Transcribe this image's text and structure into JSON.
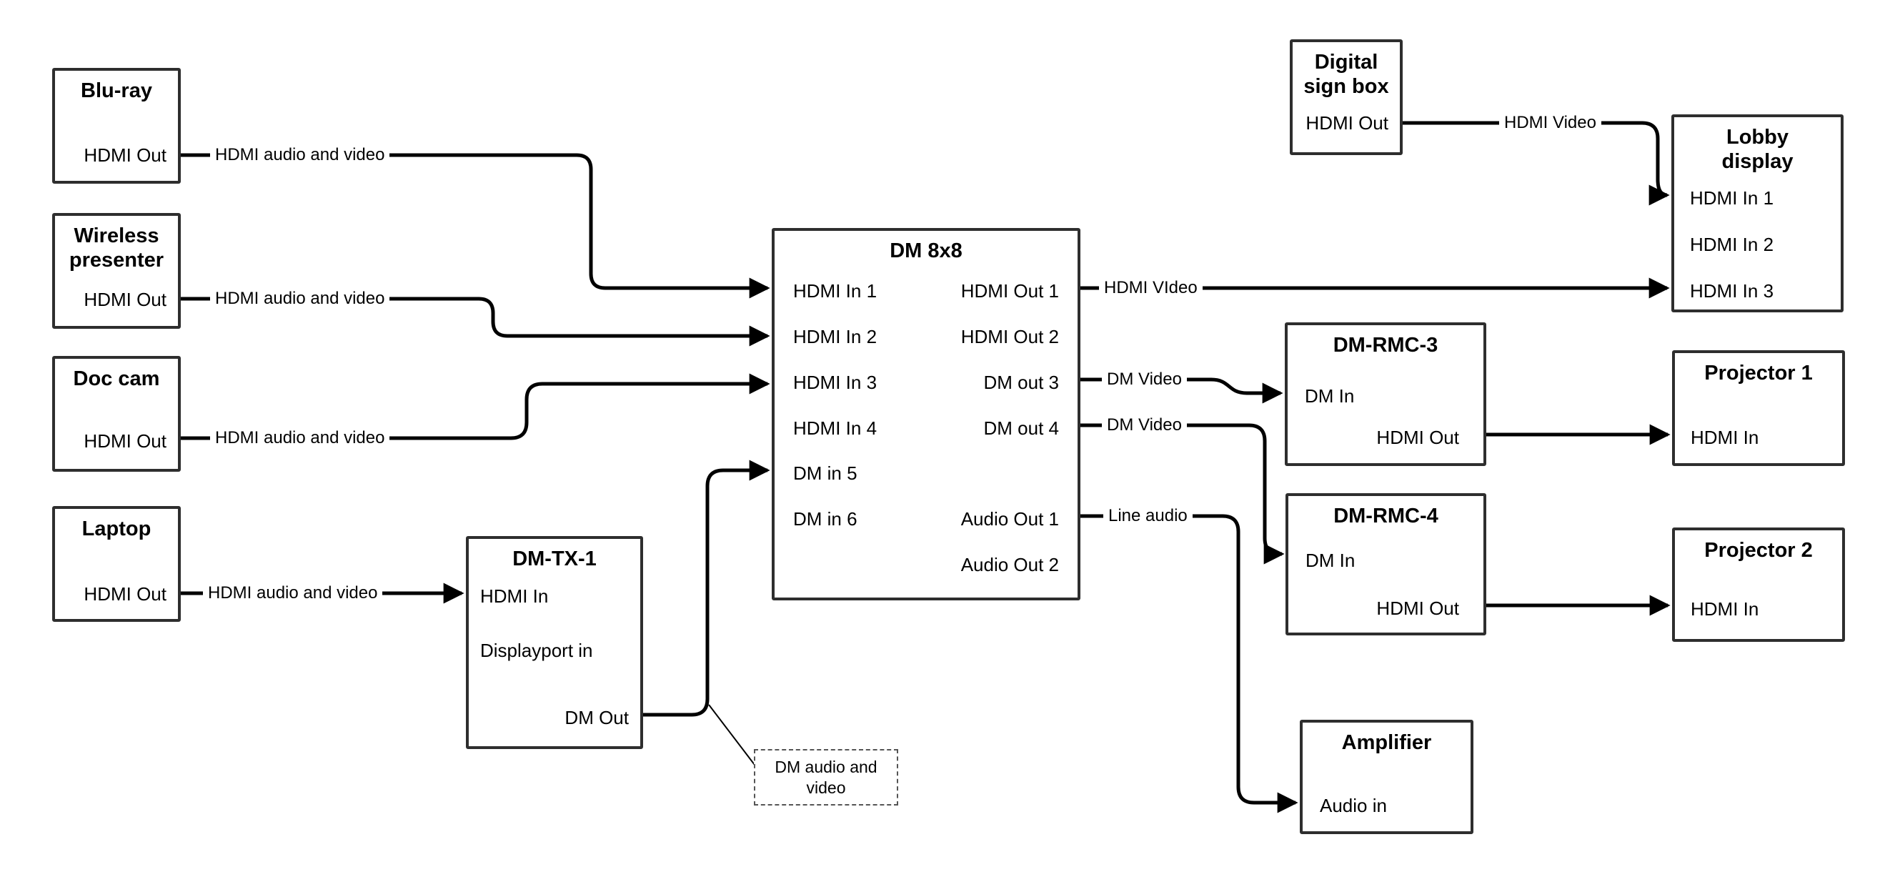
{
  "colors": {
    "wire": "#000000",
    "box_border": "#2e2e2e",
    "text": "#000000",
    "background": "#ffffff"
  },
  "boxes": {
    "blu_ray": {
      "title": "Blu-ray",
      "ports": {
        "hdmi_out": "HDMI Out"
      }
    },
    "wireless_presenter": {
      "title": "Wireless presenter",
      "ports": {
        "hdmi_out": "HDMI Out"
      }
    },
    "doc_cam": {
      "title": "Doc cam",
      "ports": {
        "hdmi_out": "HDMI Out"
      }
    },
    "laptop": {
      "title": "Laptop",
      "ports": {
        "hdmi_out": "HDMI Out"
      }
    },
    "dm_tx_1": {
      "title": "DM-TX-1",
      "ports": {
        "hdmi_in": "HDMI In",
        "displayport_in": "Displayport in",
        "dm_out": "DM Out"
      }
    },
    "dm_8x8": {
      "title": "DM 8x8",
      "inputs": [
        "HDMI In 1",
        "HDMI In 2",
        "HDMI In 3",
        "HDMI In 4",
        "DM in 5",
        "DM in 6"
      ],
      "outputs": [
        "HDMI Out 1",
        "HDMI Out 2",
        "DM out 3",
        "DM out 4",
        "Audio Out 1",
        "Audio Out 2"
      ]
    },
    "digital_sign_box": {
      "title": "Digital sign box",
      "ports": {
        "hdmi_out": "HDMI Out"
      }
    },
    "lobby_display": {
      "title": "Lobby display",
      "ports": {
        "hdmi_in_1": "HDMI In 1",
        "hdmi_in_2": "HDMI In 2",
        "hdmi_in_3": "HDMI In 3"
      }
    },
    "dm_rmc_3": {
      "title": "DM-RMC-3",
      "ports": {
        "dm_in": "DM In",
        "hdmi_out": "HDMI Out"
      }
    },
    "dm_rmc_4": {
      "title": "DM-RMC-4",
      "ports": {
        "dm_in": "DM In",
        "hdmi_out": "HDMI Out"
      }
    },
    "projector_1": {
      "title": "Projector 1",
      "ports": {
        "hdmi_in": "HDMI In"
      }
    },
    "projector_2": {
      "title": "Projector 2",
      "ports": {
        "hdmi_in": "HDMI In"
      }
    },
    "amplifier": {
      "title": "Amplifier",
      "ports": {
        "audio_in": "Audio in"
      }
    }
  },
  "connection_labels": {
    "blu_ray_to_dm": "HDMI audio and video",
    "wireless_to_dm": "HDMI audio and video",
    "doc_cam_to_dm": "HDMI audio and video",
    "laptop_to_tx": "HDMI audio and video",
    "sign_to_lobby": "HDMI Video",
    "dm_out1_to_lobby": "HDMI VIdeo",
    "dm_out3_to_rmc3": "DM Video",
    "dm_out4_to_rmc4": "DM Video",
    "audio_out1_to_amp": "Line audio"
  },
  "annotation": {
    "text": "DM audio and video"
  }
}
